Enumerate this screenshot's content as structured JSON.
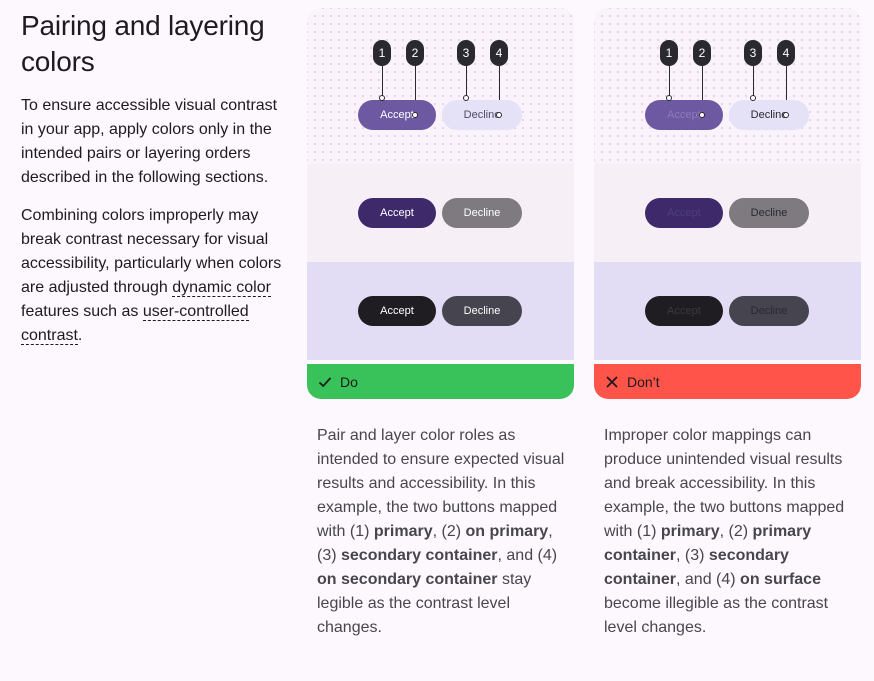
{
  "title": "Pairing and layering colors",
  "intro": {
    "p1": "To ensure accessible visual contrast in your app, apply colors only in the intended pairs or layering orders described in the following sections.",
    "p2_before": "Combining colors improperly may break contrast necessary for visual accessibility, particularly when colors are adjusted through ",
    "p2_link1": "dynamic color",
    "p2_middle": " features such as ",
    "p2_link2": "user-controlled contrast",
    "p2_after": "."
  },
  "buttons": {
    "accept": "Accept",
    "decline": "Decline"
  },
  "callouts": [
    "1",
    "2",
    "3",
    "4"
  ],
  "do": {
    "label": "Do",
    "icon": "check-icon",
    "color": "#38c259",
    "t1": "Pair and layer color roles as intended to ensure expected visual results and accessibility. In this example, the two buttons mapped with (1) ",
    "b1": "primary",
    "t2": ", (2) ",
    "b2": "on primary",
    "t3": ", (3) ",
    "b3": "secondary container",
    "t4": ", and (4) ",
    "b4": "on secondary container",
    "t5": " stay legible as the contrast level changes."
  },
  "dont": {
    "label": "Don’t",
    "icon": "close-icon",
    "color": "#ff5449",
    "t1": "Improper color mappings can produce unintended visual results and break accessibility. In this example, the two buttons mapped with (1) ",
    "b1": "primary",
    "t2": ", (2) ",
    "b2": "primary container",
    "t3": ", (3) ",
    "b3": "secondary container",
    "t4": ", and (4) ",
    "b4": "on surface",
    "t5": " become illegible as the contrast level changes."
  }
}
